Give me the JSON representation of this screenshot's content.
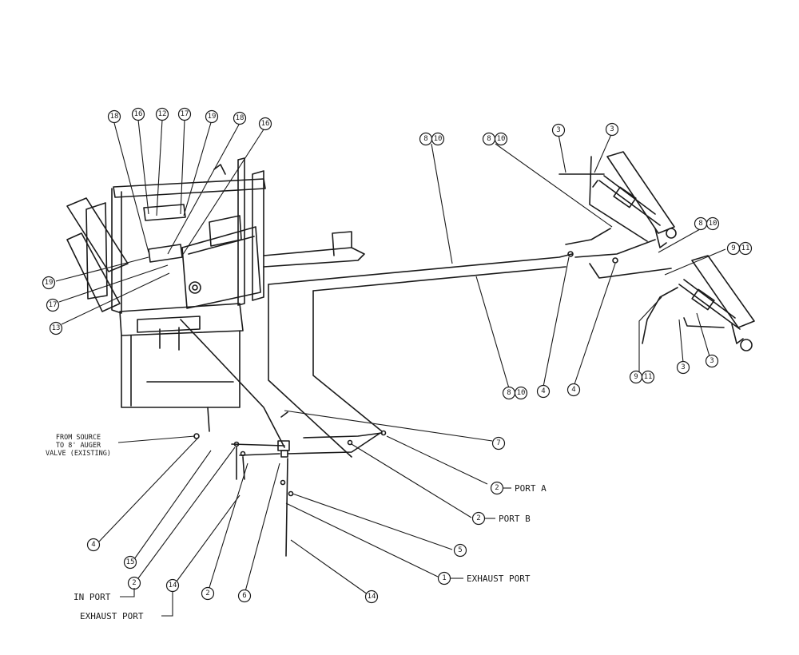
{
  "callouts": [
    {
      "n": "18"
    },
    {
      "n": "16"
    },
    {
      "n": "12"
    },
    {
      "n": "17"
    },
    {
      "n": "19"
    },
    {
      "n": "18"
    },
    {
      "n": "16"
    },
    {
      "n": "19"
    },
    {
      "n": "17"
    },
    {
      "n": "13"
    },
    {
      "n": "8",
      "n2": "10"
    },
    {
      "n": "8",
      "n2": "10"
    },
    {
      "n": "3"
    },
    {
      "n": "3"
    },
    {
      "n": "8",
      "n2": "10"
    },
    {
      "n": "9",
      "n2": "11"
    },
    {
      "n": "8",
      "n2": "10"
    },
    {
      "n": "4"
    },
    {
      "n": "4"
    },
    {
      "n": "9",
      "n2": "11"
    },
    {
      "n": "3"
    },
    {
      "n": "3"
    },
    {
      "n": "7"
    },
    {
      "n": "2"
    },
    {
      "n": "2"
    },
    {
      "n": "5"
    },
    {
      "n": "1"
    },
    {
      "n": "4"
    },
    {
      "n": "15"
    },
    {
      "n": "2"
    },
    {
      "n": "14"
    },
    {
      "n": "2"
    },
    {
      "n": "6"
    },
    {
      "n": "14"
    }
  ],
  "labels": {
    "port_a": "PORT A",
    "port_b": "PORT B",
    "exhaust_port_right": "EXHAUST PORT",
    "in_port": "IN PORT",
    "exhaust_port_bottom": "EXHAUST PORT",
    "source_note_line1": "FROM SOURCE",
    "source_note_line2": "TO 8' AUGER",
    "source_note_line3": "VALVE (EXISTING)"
  }
}
